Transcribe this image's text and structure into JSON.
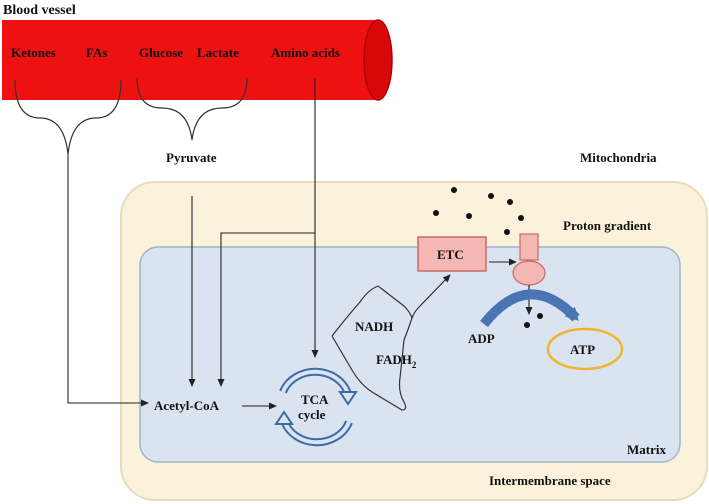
{
  "labels": {
    "blood_vessel": "Blood vessel",
    "ketones": "Ketones",
    "fas": "FAs",
    "glucose": "Glucose",
    "lactate": "Lactate",
    "amino_acids": "Amino acids",
    "pyruvate": "Pyruvate",
    "mitochondria": "Mitochondria",
    "proton_gradient": "Proton gradient",
    "etc": "ETC",
    "nadh": "NADH",
    "fadh_base": "FADH",
    "fadh_sub": "2",
    "adp": "ADP",
    "atp": "ATP",
    "acetyl_coa": "Acetyl-CoA",
    "tca_line1": "TCA",
    "tca_line2": "cycle",
    "matrix": "Matrix",
    "intermembrane_space": "Intermembrane space"
  },
  "colors": {
    "vessel_red": "#ee1111",
    "intermembrane_fill": "#fbf2dc",
    "intermembrane_stroke": "#e9dcbd",
    "matrix_fill": "#dae4f0",
    "matrix_stroke": "#9fb4cd",
    "etc_fill": "#f4b7b4",
    "etc_stroke": "#c96864",
    "synthase_fill": "#f4b7b4",
    "arrow_blue": "#4a74b4",
    "atp_ring": "#f0b52c",
    "tca_blue": "#3e6aa8"
  }
}
